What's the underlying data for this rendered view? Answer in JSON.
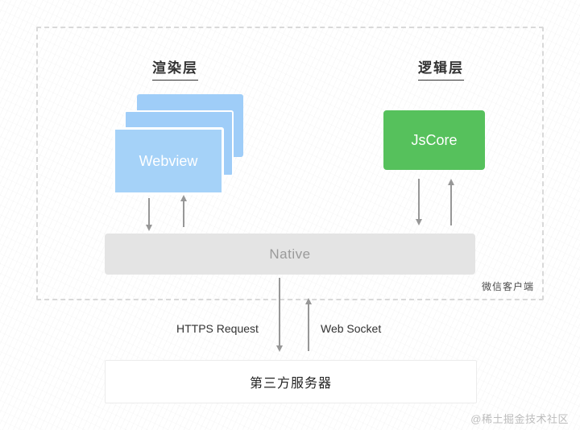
{
  "diagram": {
    "client_container": {
      "label": "微信客户端"
    },
    "rendering_layer": {
      "title": "渲染层",
      "webview_label": "Webview"
    },
    "logic_layer": {
      "title": "逻辑层",
      "jscore_label": "JsCore"
    },
    "native": {
      "label": "Native"
    },
    "connections": {
      "https_label": "HTTPS Request",
      "websocket_label": "Web Socket"
    },
    "server": {
      "label": "第三方服务器"
    },
    "watermark": "@稀土掘金技术社区",
    "colors": {
      "webview_blue": "#9FCDF8",
      "jscore_green": "#56C15C",
      "native_gray": "#E4E4E4",
      "arrow_gray": "#979797",
      "dashed_border": "#D9D9D9"
    }
  }
}
